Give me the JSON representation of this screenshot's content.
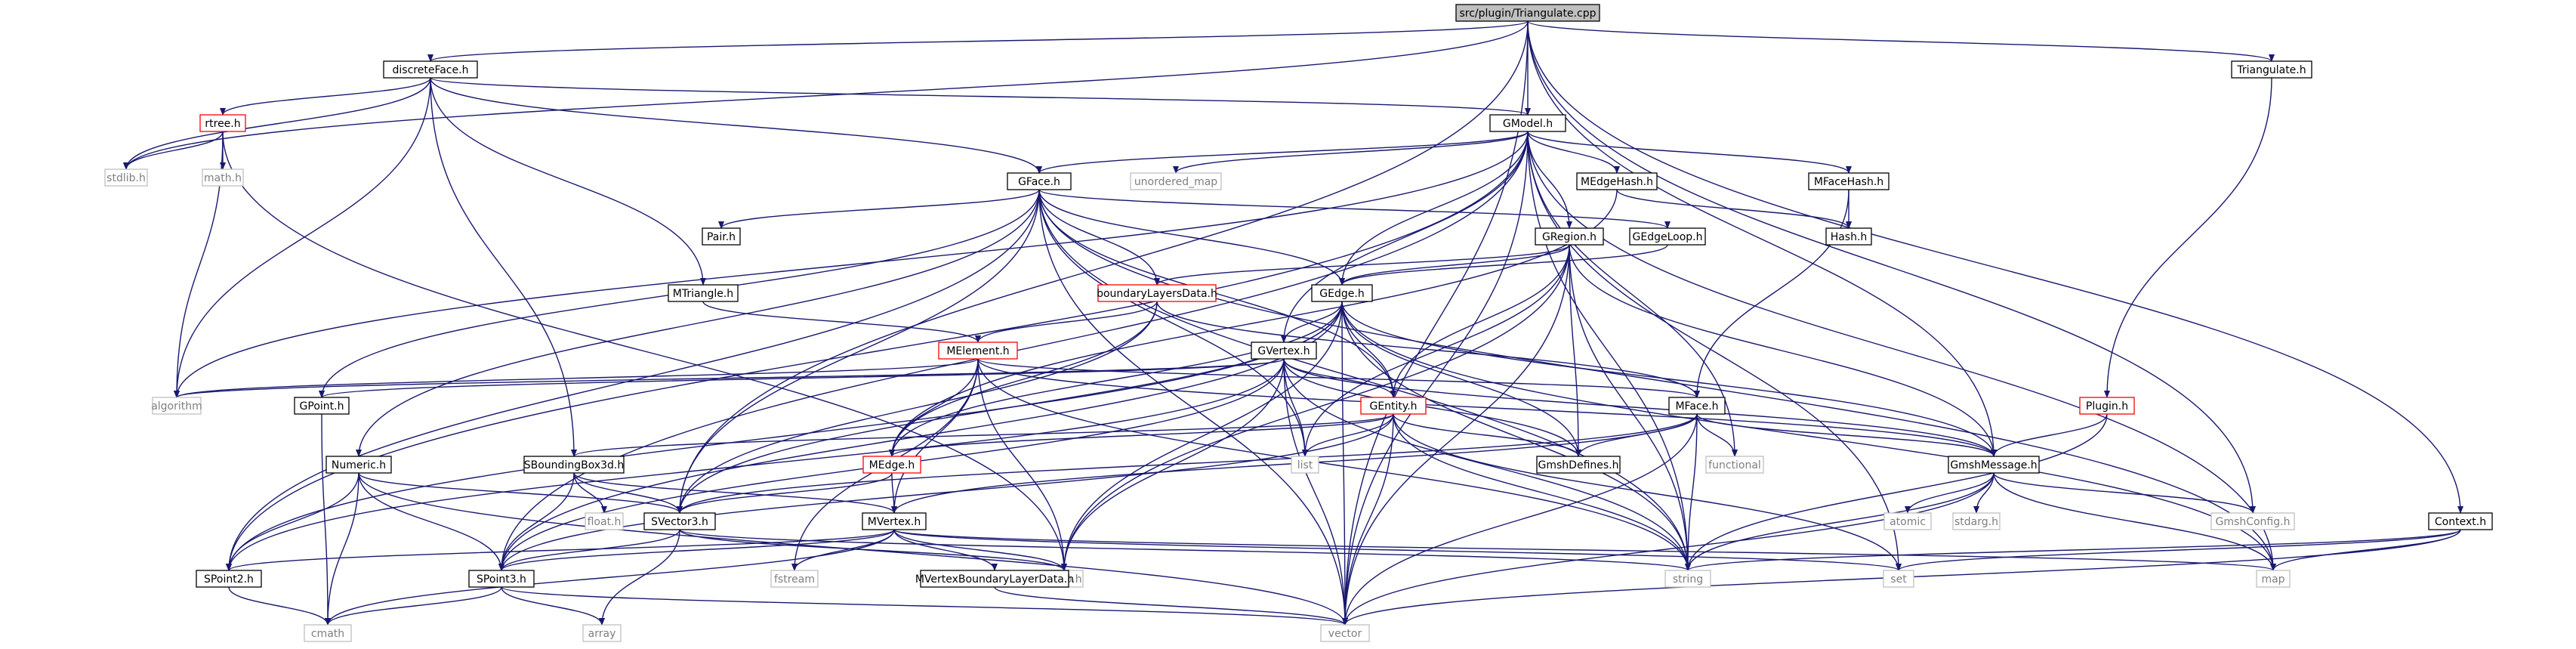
{
  "colors": {
    "edge": "#191970",
    "box_border": "#000000",
    "root_fill": "#bfbfbf",
    "missing_border": "#ff0000",
    "system_border": "#bfbfbf",
    "system_text": "#7f7f7f",
    "text": "#000000"
  },
  "nodes": [
    {
      "id": "root",
      "label": "src/plugin/Triangulate.cpp",
      "kind": "root"
    },
    {
      "id": "discreteFace",
      "label": "discreteFace.h",
      "kind": "doc"
    },
    {
      "id": "rtree",
      "label": "rtree.h",
      "kind": "missing"
    },
    {
      "id": "stdlib",
      "label": "stdlib.h",
      "kind": "sys"
    },
    {
      "id": "math",
      "label": "math.h",
      "kind": "sys"
    },
    {
      "id": "GModel",
      "label": "GModel.h",
      "kind": "doc"
    },
    {
      "id": "Triangulate",
      "label": "Triangulate.h",
      "kind": "doc"
    },
    {
      "id": "GFace",
      "label": "GFace.h",
      "kind": "doc"
    },
    {
      "id": "unordered_map",
      "label": "unordered_map",
      "kind": "sys"
    },
    {
      "id": "MEdgeHash",
      "label": "MEdgeHash.h",
      "kind": "doc"
    },
    {
      "id": "MFaceHash",
      "label": "MFaceHash.h",
      "kind": "doc"
    },
    {
      "id": "Hash",
      "label": "Hash.h",
      "kind": "doc"
    },
    {
      "id": "Pair",
      "label": "Pair.h",
      "kind": "doc"
    },
    {
      "id": "GRegion",
      "label": "GRegion.h",
      "kind": "doc"
    },
    {
      "id": "GEdgeLoop",
      "label": "GEdgeLoop.h",
      "kind": "doc"
    },
    {
      "id": "MTriangle",
      "label": "MTriangle.h",
      "kind": "doc"
    },
    {
      "id": "boundaryLayersData",
      "label": "boundaryLayersData.h",
      "kind": "missing"
    },
    {
      "id": "GEdge",
      "label": "GEdge.h",
      "kind": "doc"
    },
    {
      "id": "MElement",
      "label": "MElement.h",
      "kind": "missing"
    },
    {
      "id": "GVertex",
      "label": "GVertex.h",
      "kind": "doc"
    },
    {
      "id": "algorithm",
      "label": "algorithm",
      "kind": "sys"
    },
    {
      "id": "GPoint",
      "label": "GPoint.h",
      "kind": "doc"
    },
    {
      "id": "GEntity",
      "label": "GEntity.h",
      "kind": "missing"
    },
    {
      "id": "MFace",
      "label": "MFace.h",
      "kind": "doc"
    },
    {
      "id": "Plugin",
      "label": "Plugin.h",
      "kind": "missing"
    },
    {
      "id": "Numeric",
      "label": "Numeric.h",
      "kind": "doc"
    },
    {
      "id": "SBoundingBox3d",
      "label": "SBoundingBox3d.h",
      "kind": "doc"
    },
    {
      "id": "MEdge",
      "label": "MEdge.h",
      "kind": "missing"
    },
    {
      "id": "list",
      "label": "list",
      "kind": "sys"
    },
    {
      "id": "GmshDefines",
      "label": "GmshDefines.h",
      "kind": "doc"
    },
    {
      "id": "functional",
      "label": "functional",
      "kind": "sys"
    },
    {
      "id": "GmshMessage",
      "label": "GmshMessage.h",
      "kind": "doc"
    },
    {
      "id": "float",
      "label": "float.h",
      "kind": "sys"
    },
    {
      "id": "SVector3",
      "label": "SVector3.h",
      "kind": "doc"
    },
    {
      "id": "MVertex",
      "label": "MVertex.h",
      "kind": "doc"
    },
    {
      "id": "atomic",
      "label": "atomic",
      "kind": "sys"
    },
    {
      "id": "stdarg",
      "label": "stdarg.h",
      "kind": "sys"
    },
    {
      "id": "GmshConfig",
      "label": "GmshConfig.h",
      "kind": "sys"
    },
    {
      "id": "Context",
      "label": "Context.h",
      "kind": "doc"
    },
    {
      "id": "SPoint2",
      "label": "SPoint2.h",
      "kind": "doc"
    },
    {
      "id": "SPoint3",
      "label": "SPoint3.h",
      "kind": "doc"
    },
    {
      "id": "fstream",
      "label": "fstream",
      "kind": "sys"
    },
    {
      "id": "stdio",
      "label": "stdio.h",
      "kind": "sys"
    },
    {
      "id": "MVertexBoundaryLayerData",
      "label": "MVertexBoundaryLayerData.h",
      "kind": "doc"
    },
    {
      "id": "string",
      "label": "string",
      "kind": "sys"
    },
    {
      "id": "set",
      "label": "set",
      "kind": "sys"
    },
    {
      "id": "map",
      "label": "map",
      "kind": "sys"
    },
    {
      "id": "cmath",
      "label": "cmath",
      "kind": "sys"
    },
    {
      "id": "array",
      "label": "array",
      "kind": "sys"
    },
    {
      "id": "vector",
      "label": "vector",
      "kind": "sys"
    }
  ],
  "edges": [
    [
      "root",
      "discreteFace"
    ],
    [
      "root",
      "GModel"
    ],
    [
      "root",
      "Triangulate"
    ],
    [
      "root",
      "vector"
    ],
    [
      "root",
      "SVector3"
    ],
    [
      "root",
      "GmshMessage"
    ],
    [
      "root",
      "GmshConfig"
    ],
    [
      "root",
      "Context"
    ],
    [
      "root",
      "stdlib"
    ],
    [
      "discreteFace",
      "GModel"
    ],
    [
      "discreteFace",
      "GFace"
    ],
    [
      "discreteFace",
      "rtree"
    ],
    [
      "discreteFace",
      "stdlib"
    ],
    [
      "discreteFace",
      "algorithm"
    ],
    [
      "discreteFace",
      "MTriangle"
    ],
    [
      "discreteFace",
      "SBoundingBox3d"
    ],
    [
      "rtree",
      "stdlib"
    ],
    [
      "rtree",
      "math"
    ],
    [
      "rtree",
      "algorithm"
    ],
    [
      "rtree",
      "stdio"
    ],
    [
      "GModel",
      "GFace"
    ],
    [
      "GModel",
      "unordered_map"
    ],
    [
      "GModel",
      "MEdgeHash"
    ],
    [
      "GModel",
      "MFaceHash"
    ],
    [
      "GModel",
      "GRegion"
    ],
    [
      "GModel",
      "GEdge"
    ],
    [
      "GModel",
      "GVertex"
    ],
    [
      "GModel",
      "algorithm"
    ],
    [
      "GModel",
      "SPoint3"
    ],
    [
      "GModel",
      "SPoint2"
    ],
    [
      "GModel",
      "string"
    ],
    [
      "GModel",
      "map"
    ],
    [
      "GModel",
      "set"
    ],
    [
      "GModel",
      "functional"
    ],
    [
      "GModel",
      "vector"
    ],
    [
      "Triangulate",
      "Plugin"
    ],
    [
      "GFace",
      "Pair"
    ],
    [
      "GFace",
      "GEdgeLoop"
    ],
    [
      "GFace",
      "boundaryLayersData"
    ],
    [
      "GFace",
      "GPoint"
    ],
    [
      "GFace",
      "Numeric"
    ],
    [
      "GFace",
      "SPoint2"
    ],
    [
      "GFace",
      "SVector3"
    ],
    [
      "GFace",
      "list"
    ],
    [
      "GFace",
      "GEntity"
    ],
    [
      "GFace",
      "GEdge"
    ],
    [
      "GFace",
      "string"
    ],
    [
      "GFace",
      "vector"
    ],
    [
      "GFace",
      "map"
    ],
    [
      "MEdgeHash",
      "Hash"
    ],
    [
      "MEdgeHash",
      "MEdge"
    ],
    [
      "MFaceHash",
      "Hash"
    ],
    [
      "MFaceHash",
      "MFace"
    ],
    [
      "GRegion",
      "GEdge"
    ],
    [
      "GRegion",
      "GEntity"
    ],
    [
      "GRegion",
      "boundaryLayersData"
    ],
    [
      "GRegion",
      "GmshDefines"
    ],
    [
      "GRegion",
      "list"
    ],
    [
      "GRegion",
      "string"
    ],
    [
      "GRegion",
      "GmshMessage"
    ],
    [
      "GRegion",
      "vector"
    ],
    [
      "GRegion",
      "stdio"
    ],
    [
      "GEdgeLoop",
      "GEdge"
    ],
    [
      "MTriangle",
      "MElement"
    ],
    [
      "boundaryLayersData",
      "MElement"
    ],
    [
      "boundaryLayersData",
      "SVector3"
    ],
    [
      "boundaryLayersData",
      "MEdge"
    ],
    [
      "boundaryLayersData",
      "MFace"
    ],
    [
      "GEdge",
      "GVertex"
    ],
    [
      "GEdge",
      "GEntity"
    ],
    [
      "GEdge",
      "GmshDefines"
    ],
    [
      "GEdge",
      "GmshMessage"
    ],
    [
      "GEdge",
      "SPoint3"
    ],
    [
      "GEdge",
      "SPoint2"
    ],
    [
      "GEdge",
      "vector"
    ],
    [
      "GEdge",
      "map"
    ],
    [
      "GEdge",
      "stdio"
    ],
    [
      "GEdge",
      "string"
    ],
    [
      "GEdge",
      "MEdge"
    ],
    [
      "GEdge",
      "SVector3"
    ],
    [
      "MElement",
      "MEdge"
    ],
    [
      "MElement",
      "MFace"
    ],
    [
      "MElement",
      "MVertex"
    ],
    [
      "MElement",
      "stdio"
    ],
    [
      "MElement",
      "fstream"
    ],
    [
      "MElement",
      "string"
    ],
    [
      "MElement",
      "algorithm"
    ],
    [
      "MElement",
      "GmshMessage"
    ],
    [
      "GVertex",
      "GEntity"
    ],
    [
      "GVertex",
      "GPoint"
    ],
    [
      "GVertex",
      "SPoint2"
    ],
    [
      "GVertex",
      "GmshDefines"
    ],
    [
      "GVertex",
      "list"
    ],
    [
      "GVertex",
      "stdio"
    ],
    [
      "GVertex",
      "string"
    ],
    [
      "GVertex",
      "SPoint3"
    ],
    [
      "GVertex",
      "algorithm"
    ],
    [
      "GVertex",
      "GmshMessage"
    ],
    [
      "GVertex",
      "vector"
    ],
    [
      "GPoint",
      "cmath"
    ],
    [
      "GEntity",
      "list"
    ],
    [
      "GEntity",
      "string"
    ],
    [
      "GEntity",
      "vector"
    ],
    [
      "GEntity",
      "set"
    ],
    [
      "GEntity",
      "SBoundingBox3d"
    ],
    [
      "GEntity",
      "SPoint3"
    ],
    [
      "GEntity",
      "GmshDefines"
    ],
    [
      "GEntity",
      "MEdge"
    ],
    [
      "MFace",
      "MVertex"
    ],
    [
      "MFace",
      "SVector3"
    ],
    [
      "MFace",
      "GmshMessage"
    ],
    [
      "MFace",
      "vector"
    ],
    [
      "MFace",
      "functional"
    ],
    [
      "MFace",
      "GmshDefines"
    ],
    [
      "MFace",
      "string"
    ],
    [
      "Plugin",
      "GmshMessage"
    ],
    [
      "Plugin",
      "string"
    ],
    [
      "Numeric",
      "SVector3"
    ],
    [
      "Numeric",
      "SPoint3"
    ],
    [
      "Numeric",
      "SPoint2"
    ],
    [
      "Numeric",
      "cmath"
    ],
    [
      "Numeric",
      "vector"
    ],
    [
      "SBoundingBox3d",
      "float"
    ],
    [
      "SBoundingBox3d",
      "SPoint3"
    ],
    [
      "SBoundingBox3d",
      "SVector3"
    ],
    [
      "SBoundingBox3d",
      "MVertex"
    ],
    [
      "MEdge",
      "MVertex"
    ],
    [
      "MEdge",
      "SVector3"
    ],
    [
      "GmshMessage",
      "atomic"
    ],
    [
      "GmshMessage",
      "stdarg"
    ],
    [
      "GmshMessage",
      "GmshConfig"
    ],
    [
      "GmshMessage",
      "string"
    ],
    [
      "GmshMessage",
      "map"
    ],
    [
      "GmshMessage",
      "vector"
    ],
    [
      "SVector3",
      "SPoint3"
    ],
    [
      "SVector3",
      "string"
    ],
    [
      "SVector3",
      "array"
    ],
    [
      "SVector3",
      "stdio"
    ],
    [
      "MVertex",
      "SPoint3"
    ],
    [
      "MVertex",
      "SPoint2"
    ],
    [
      "MVertex",
      "fstream"
    ],
    [
      "MVertex",
      "stdio"
    ],
    [
      "MVertex",
      "MVertexBoundaryLayerData"
    ],
    [
      "MVertex",
      "cmath"
    ],
    [
      "MVertex",
      "set"
    ],
    [
      "MVertex",
      "map"
    ],
    [
      "Context",
      "string"
    ],
    [
      "Context",
      "map"
    ],
    [
      "Context",
      "set"
    ],
    [
      "Context",
      "vector"
    ],
    [
      "SPoint2",
      "cmath"
    ],
    [
      "SPoint3",
      "cmath"
    ],
    [
      "SPoint3",
      "vector"
    ],
    [
      "SPoint3",
      "array"
    ],
    [
      "MVertexBoundaryLayerData",
      "vector"
    ]
  ]
}
